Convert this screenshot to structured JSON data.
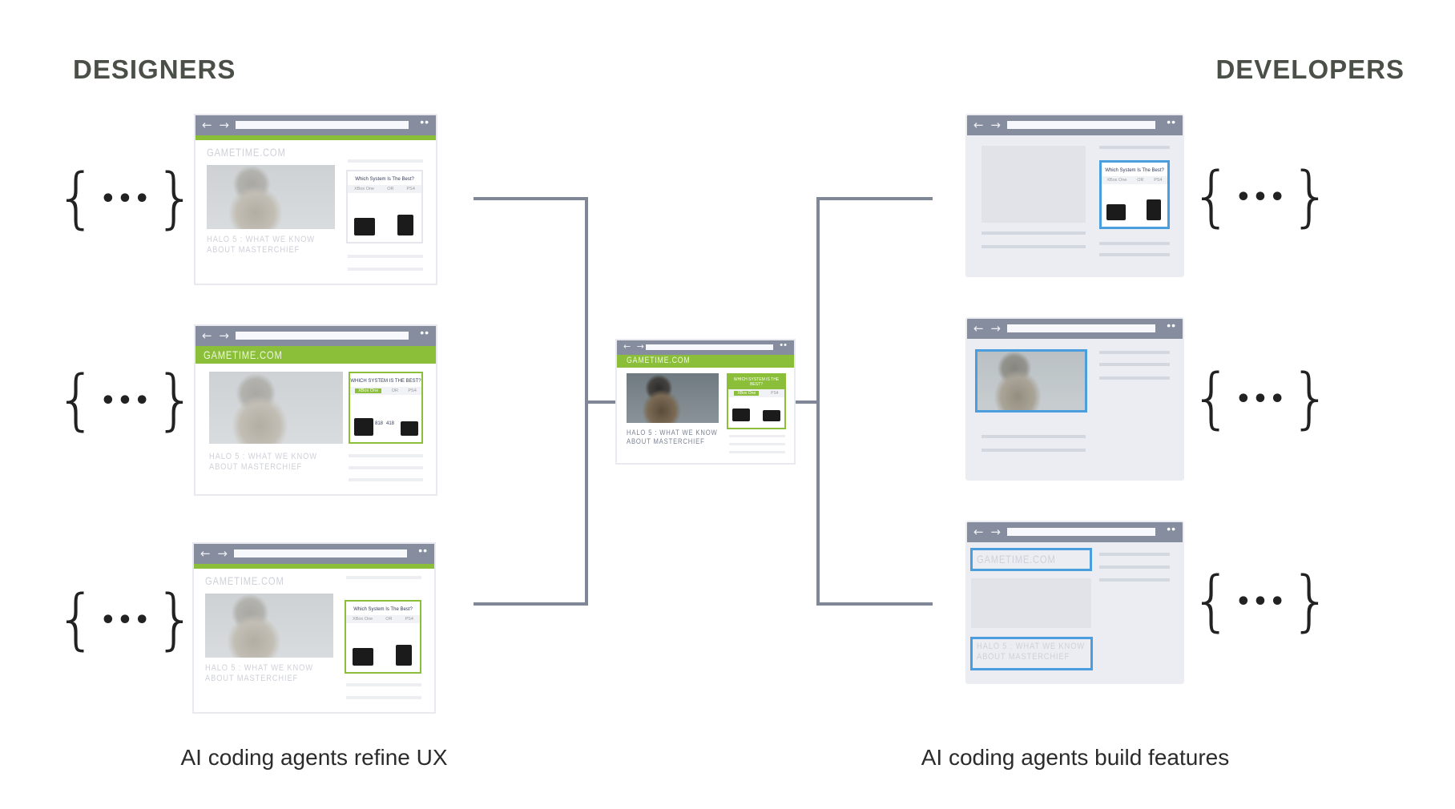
{
  "headings": {
    "left": "DESIGNERS",
    "right": "DEVELOPERS"
  },
  "captions": {
    "left": "AI coding agents refine UX",
    "right": "AI coding agents build features"
  },
  "brace": {
    "open": "{",
    "dots": "•••",
    "close": "}"
  },
  "browser": {
    "arrows": "← →",
    "dots": "••"
  },
  "mockup": {
    "site_title": "GAMETIME.COM",
    "article_line1": "HALO 5 : WHAT WE KNOW",
    "article_line2": "ABOUT MASTERCHIEF",
    "poll_title": "Which System Is The Best?",
    "poll_title_caps": "WHICH SYSTEM IS THE BEST?",
    "option_a": "XBox One",
    "or": "OR",
    "option_b": "PS4",
    "votes_a": "818",
    "votes_b": "418"
  },
  "colors": {
    "accent_green": "#8bbf3a",
    "highlight_blue": "#4a9ede",
    "connector": "#808796"
  }
}
